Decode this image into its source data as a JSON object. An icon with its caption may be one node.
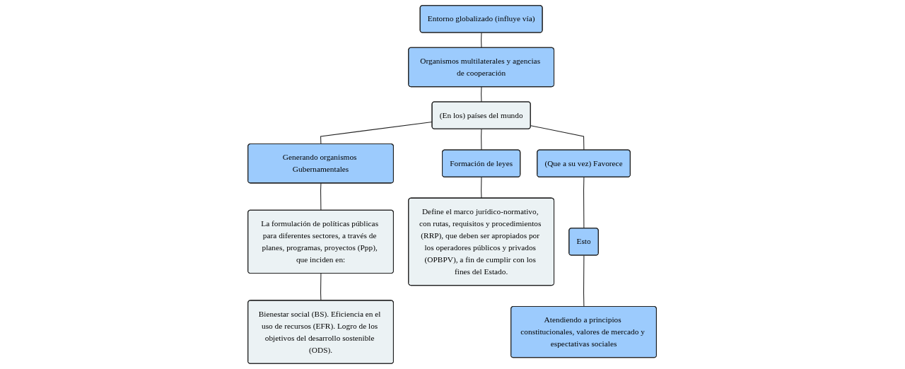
{
  "diagram": {
    "nodes": [
      {
        "text": [
          "Entorno globalizado (influye vía)"
        ]
      },
      {
        "text": [
          "Organismos multilaterales y agencias de cooperación"
        ]
      },
      {
        "text": [
          "Generando organismos Gubernamentales"
        ]
      },
      {
        "text": [
          "(En los) países del mundo"
        ]
      },
      {
        "text": [
          "Formación de leyes"
        ]
      },
      {
        "text": [
          "La formulación de políticas públicas para diferentes sectores, a través de planes, programas, proyectos (Ppp), que inciden en:"
        ]
      },
      {
        "text": [
          "(Que a su vez) Favorece"
        ]
      },
      {
        "text": [
          "Define el marco jurídico-normativo, con rutas, requisitos y procedimientos (RRP), que deben ser apropiados por los operadores públicos y privados (OPBPV), a fin de cumplir con los fines del Estado."
        ]
      },
      {
        "text": [
          "Esto"
        ]
      },
      {
        "text": [
          "Bienestar social (BS). Eficiencia en el uso de recursos (EFR). Logro de los objetivos del desarrollo sostenible (ODS)."
        ]
      },
      {
        "text": [
          "Atendiendo a principios constitucionales, valores de mercado y espectativas sociales"
        ]
      }
    ],
    "edges": [
      {
        "from": 0,
        "to": 1,
        "arrow": "none"
      },
      {
        "from": 1,
        "to": 3,
        "arrow": "none"
      },
      {
        "from": 3,
        "to": 2,
        "arrow": "none"
      },
      {
        "from": 3,
        "to": 4,
        "arrow": "none"
      },
      {
        "from": 2,
        "to": 5,
        "arrow": "none"
      },
      {
        "from": 5,
        "to": 9,
        "arrow": "none"
      },
      {
        "from": 3,
        "to": 6,
        "arrow": "none"
      },
      {
        "from": 6,
        "to": 8,
        "arrow": "none"
      },
      {
        "from": 8,
        "to": 10,
        "arrow": "none"
      },
      {
        "from": 4,
        "to": 7,
        "arrow": "none"
      }
    ]
  }
}
